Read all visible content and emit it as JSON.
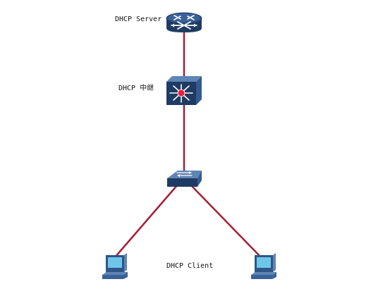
{
  "nodes": {
    "server": {
      "label": "DHCP Server",
      "icon": "router-icon"
    },
    "relay": {
      "label": "DHCP 中继",
      "icon": "layer3-switch-icon"
    },
    "switch": {
      "icon": "switch-icon"
    },
    "client_left": {
      "icon": "pc-icon"
    },
    "client_right": {
      "icon": "pc-icon"
    },
    "client_label": "DHCP Client"
  },
  "colors": {
    "link": "#a3203a",
    "device_dark": "#1f3b63",
    "device_mid": "#2f5588",
    "device_light": "#5f85b5",
    "relay_center": "#e8213a",
    "pc_screen": "#6ec6e8"
  }
}
